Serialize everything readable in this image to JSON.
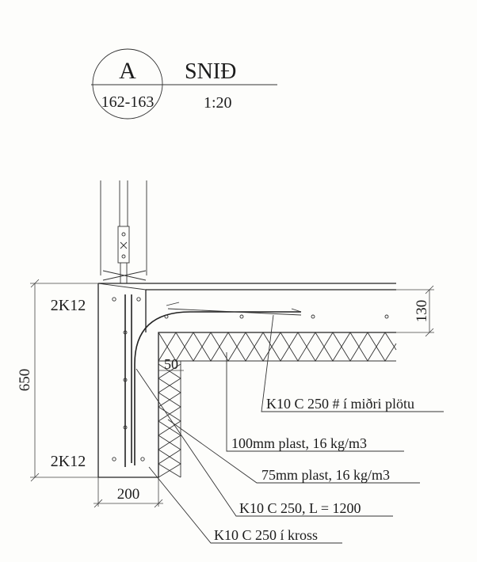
{
  "title_block": {
    "detail_letter": "A",
    "sheet_ref": "162-163",
    "title": "SNIÐ",
    "scale": "1:20"
  },
  "dimensions": {
    "wall_height": "650",
    "slab_thickness": "130",
    "wall_width": "200",
    "insulation_offset": "50"
  },
  "rebar_labels": {
    "top": "2K12",
    "bottom": "2K12"
  },
  "callouts": [
    "K10 C 250  # í miðri plötu",
    "100mm plast, 16 kg/m3",
    "75mm plast, 16 kg/m3",
    "K10 C 250, L = 1200",
    "K10 C 250 í kross"
  ]
}
